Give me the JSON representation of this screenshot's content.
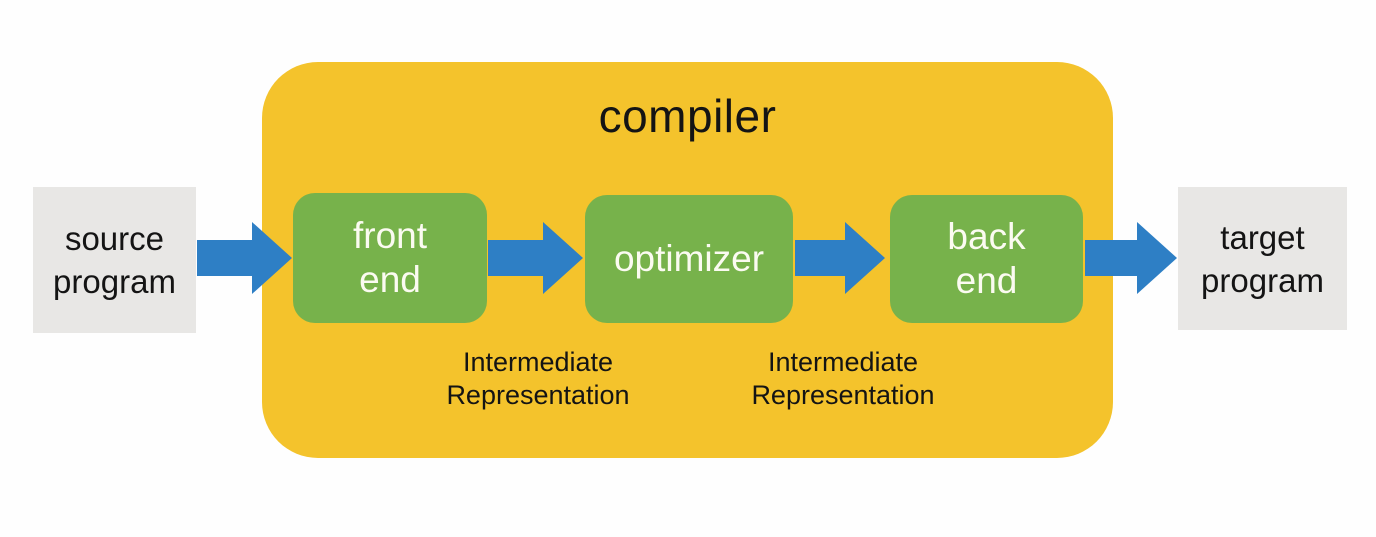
{
  "diagram": {
    "title": "compiler",
    "nodes": {
      "source": {
        "line1": "source",
        "line2": "program"
      },
      "front_end": {
        "line1": "front",
        "line2": "end"
      },
      "optimizer": {
        "line1": "optimizer"
      },
      "back_end": {
        "line1": "back",
        "line2": "end"
      },
      "target": {
        "line1": "target",
        "line2": "program"
      }
    },
    "ir": {
      "first": {
        "line1": "Intermediate",
        "line2": "Representation"
      },
      "second": {
        "line1": "Intermediate",
        "line2": "Representation"
      }
    },
    "colors": {
      "yellow": "#F4C32C",
      "green": "#77B24B",
      "blue": "#2E7FC5",
      "gray": "#E8E7E5",
      "ink": "#141414",
      "light": "#FBFBF1",
      "page": "#FEFEFE"
    }
  }
}
